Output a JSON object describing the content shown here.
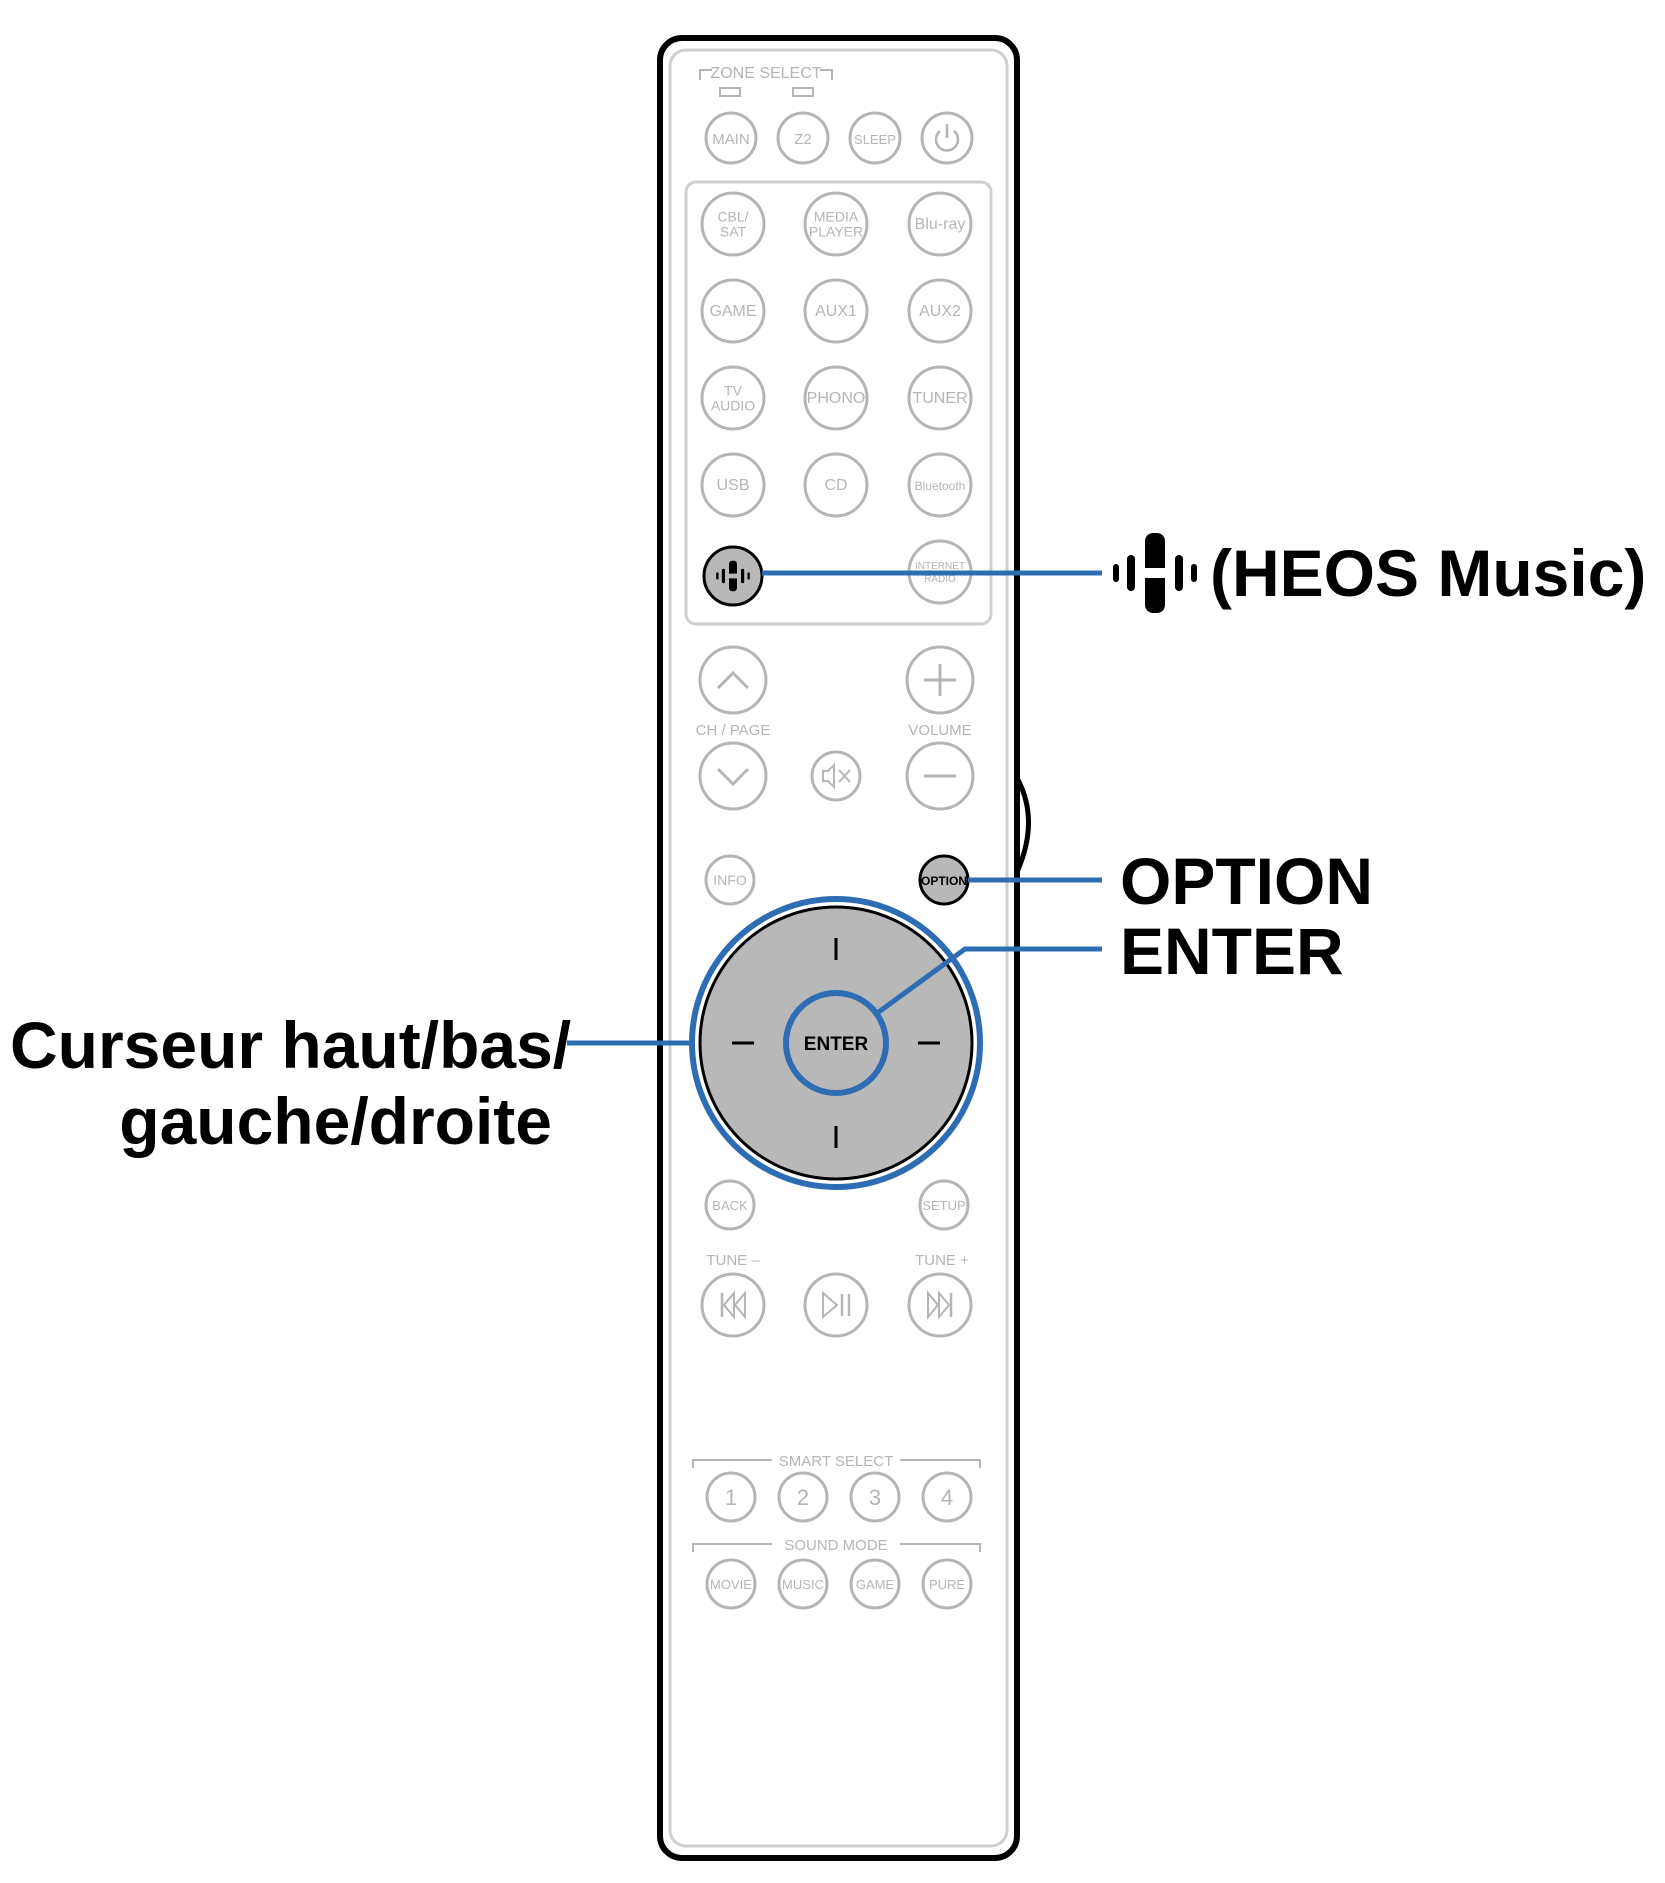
{
  "remote": {
    "zone_select_label": "ZONE SELECT",
    "top_buttons": [
      "MAIN",
      "Z2",
      "SLEEP"
    ],
    "power_icon": "power-icon",
    "sources": [
      [
        "CBL/",
        "SAT"
      ],
      [
        "MEDIA",
        "PLAYER"
      ],
      [
        "Blu-ray"
      ],
      [
        "GAME"
      ],
      [
        "AUX1"
      ],
      [
        "AUX2"
      ],
      [
        "TV",
        "AUDIO"
      ],
      [
        "PHONO"
      ],
      [
        "TUNER"
      ],
      [
        "USB"
      ],
      [
        "CD"
      ],
      [
        "Bluetooth"
      ],
      [
        "INTERNET",
        "RADIO"
      ]
    ],
    "heos_icon": "heos-icon",
    "ch_page_label": "CH / PAGE",
    "volume_label": "VOLUME",
    "info_label": "INFO",
    "option_label": "OPTION",
    "enter_label": "ENTER",
    "back_label": "BACK",
    "setup_label": "SETUP",
    "tune_minus_label": "TUNE –",
    "tune_plus_label": "TUNE +",
    "smart_select_label": "SMART SELECT",
    "smart_select_buttons": [
      "1",
      "2",
      "3",
      "4"
    ],
    "sound_mode_label": "SOUND MODE",
    "sound_mode_buttons": [
      "MOVIE",
      "MUSIC",
      "GAME",
      "PURE"
    ]
  },
  "callouts": {
    "heos": "(HEOS Music)",
    "option": "OPTION",
    "enter": "ENTER",
    "cursor_line1": "Curseur haut/bas/",
    "cursor_line2": "gauche/droite"
  },
  "colors": {
    "accent_blue": "#2e6db4",
    "button_gray": "#b8b8b8",
    "label_gray": "#b5b5b5",
    "outline": "#000000"
  }
}
